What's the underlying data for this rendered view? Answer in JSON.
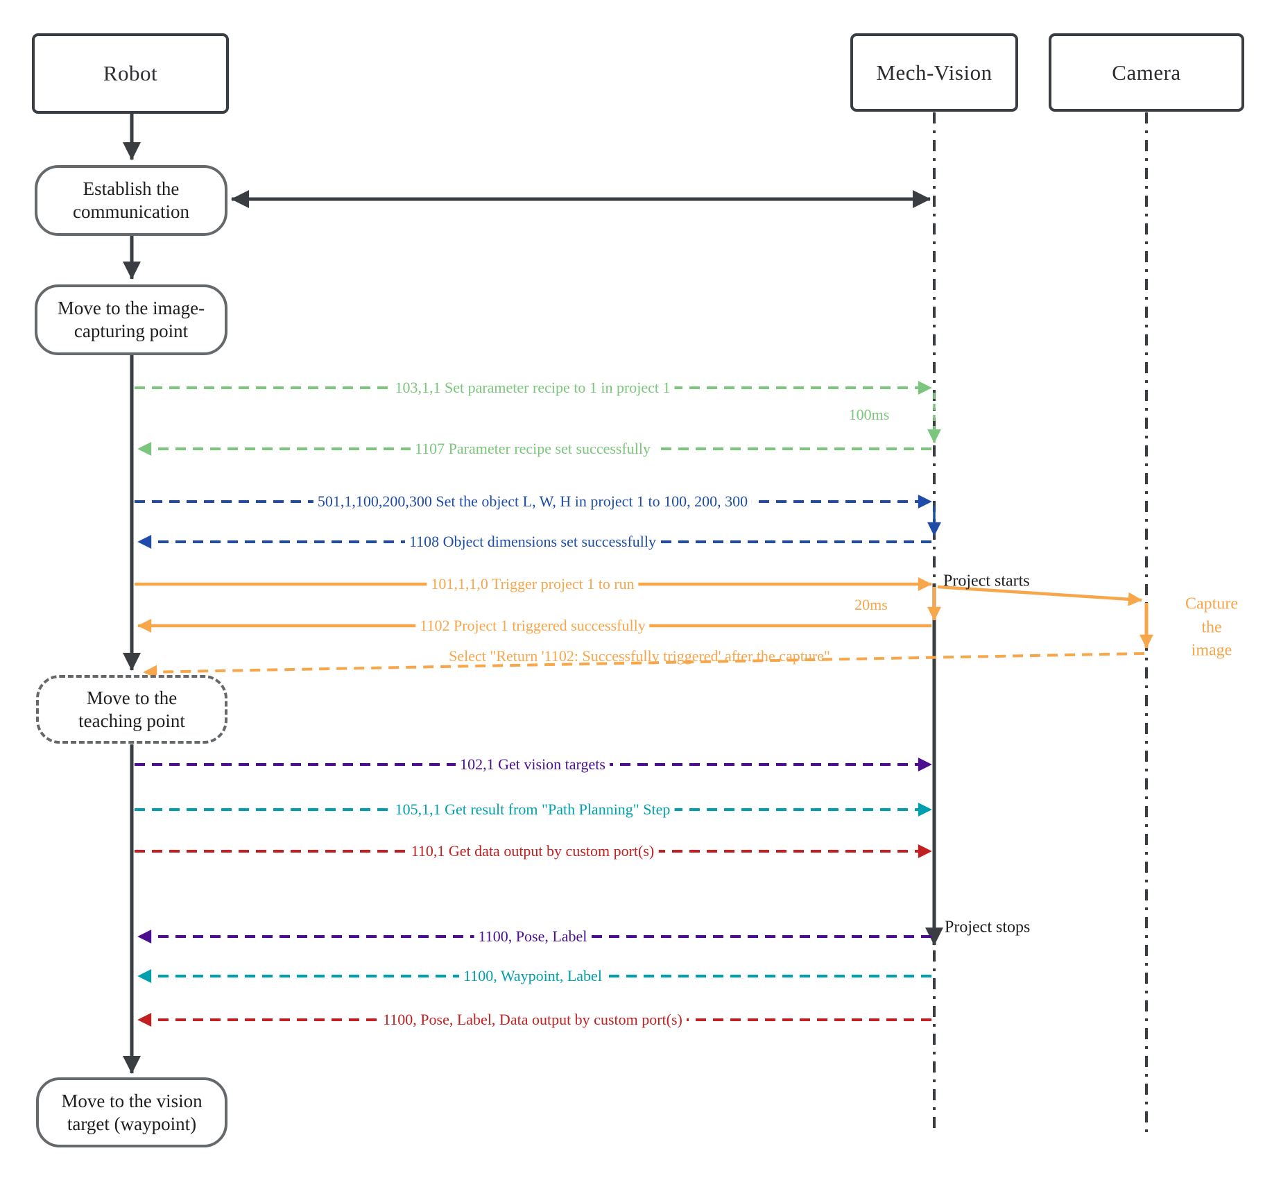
{
  "title": "Robot / Mech-Vision / Camera communication sequence diagram",
  "colors": {
    "line": "#3a3d42",
    "gray": "#66696c",
    "green": "#7cc57c",
    "blue": "#1e4ca8",
    "orange": "#f7a64a",
    "purple": "#4a0e8f",
    "teal": "#009fad",
    "red": "#c22020"
  },
  "actors": [
    {
      "id": "robot",
      "label": "Robot"
    },
    {
      "id": "mech-vision",
      "label": "Mech-Vision"
    },
    {
      "id": "camera",
      "label": "Camera"
    }
  ],
  "flow_nodes": {
    "establish": "Establish the\ncommunication",
    "move_capture": "Move to the image-\ncapturing point",
    "move_teaching": "Move to the\nteaching point",
    "move_target": "Move to the vision\ntarget (waypoint)"
  },
  "messages": [
    {
      "text": "103,1,1 Set parameter recipe to 1 in project 1",
      "from": "Robot",
      "to": "Mech-Vision",
      "style": "dashed",
      "color": "#7cc57c"
    },
    {
      "text": "1107 Parameter recipe set successfully",
      "from": "Mech-Vision",
      "to": "Robot",
      "style": "dashed",
      "color": "#7cc57c"
    },
    {
      "text": "501,1,100,200,300 Set the object L, W, H in project 1 to 100, 200, 300",
      "from": "Robot",
      "to": "Mech-Vision",
      "style": "dashed",
      "color": "#1e4ca8"
    },
    {
      "text": "1108 Object dimensions set successfully",
      "from": "Mech-Vision",
      "to": "Robot",
      "style": "dashed",
      "color": "#1e4ca8"
    },
    {
      "text": "101,1,1,0 Trigger project 1 to run",
      "from": "Robot",
      "to": "Mech-Vision",
      "style": "solid",
      "color": "#f7a64a"
    },
    {
      "text": "1102 Project 1 triggered successfully",
      "from": "Mech-Vision",
      "to": "Robot",
      "style": "solid",
      "color": "#f7a64a"
    },
    {
      "text": "Select \"Return '1102: Successfully triggered' after the capture\"",
      "from": "Camera",
      "to": "Robot",
      "style": "dashed",
      "color": "#f7a64a"
    },
    {
      "text": "102,1 Get vision targets",
      "from": "Robot",
      "to": "Mech-Vision",
      "style": "dashed",
      "color": "#4a0e8f"
    },
    {
      "text": "105,1,1 Get result from \"Path Planning\" Step",
      "from": "Robot",
      "to": "Mech-Vision",
      "style": "dashed",
      "color": "#009fad"
    },
    {
      "text": "110,1 Get data output by custom port(s)",
      "from": "Robot",
      "to": "Mech-Vision",
      "style": "dashed",
      "color": "#c22020"
    },
    {
      "text": "1100, Pose, Label",
      "from": "Mech-Vision",
      "to": "Robot",
      "style": "dashed",
      "color": "#4a0e8f"
    },
    {
      "text": "1100, Waypoint, Label",
      "from": "Mech-Vision",
      "to": "Robot",
      "style": "dashed",
      "color": "#009fad"
    },
    {
      "text": "1100, Pose, Label, Data output by custom port(s)",
      "from": "Mech-Vision",
      "to": "Robot",
      "style": "dashed",
      "color": "#c22020"
    }
  ],
  "annotations": {
    "delay_100ms": "100ms",
    "delay_20ms": "20ms",
    "project_starts": "Project starts",
    "project_stops": "Project stops",
    "capture": "Capture the\nimage"
  }
}
